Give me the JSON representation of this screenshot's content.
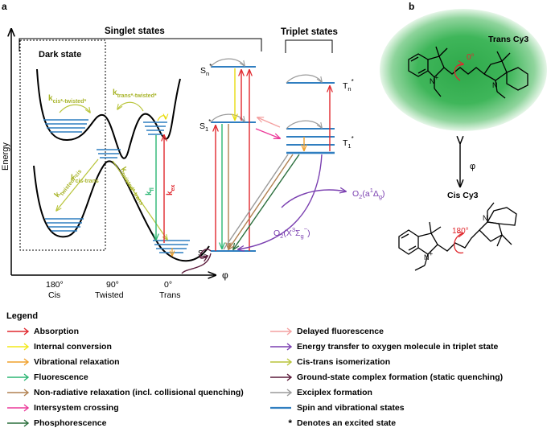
{
  "panel_a": {
    "label": "a",
    "singlet_title": "Singlet states",
    "triplet_title": "Triplet states",
    "dark_state": "Dark state",
    "y_axis_label": "Energy",
    "x_axis_label": "φ",
    "angle_180": "180°",
    "angle_90": "90°",
    "angle_0": "0°",
    "cis": "Cis",
    "twisted": "Twisted",
    "trans": "Trans",
    "k_cis_twisted": "k",
    "k_cis_twisted_sub": "cis*-twisted*",
    "k_trans_twisted": "k",
    "k_trans_twisted_sub": "trans*-twisted*",
    "k_twisted_cis": "k",
    "k_twisted_cis_sub": "twisted*-cis",
    "k_cis_trans": "k",
    "k_cis_trans_sub": "cis-trans",
    "k_twisted_trans": "k",
    "k_twisted_trans_sub": "twisted*-trans",
    "k_fl": "k",
    "k_fl_sub": "fl",
    "k_ex": "k",
    "k_ex_sub": "ex",
    "sn": "S",
    "sn_sub": "n",
    "sn_sup": "*",
    "s1": "S",
    "s1_sub": "1",
    "s1_sup": "*",
    "s0": "S",
    "s0_sub": "0",
    "tn": "T",
    "tn_sub": "n",
    "tn_sup": "*",
    "t1": "T",
    "t1_sub": "1",
    "t1_sup": "*",
    "o2_singlet": "O",
    "o2_singlet_rest": "(a",
    "o2_singlet_sup": "1",
    "o2_singlet_delta": "Δ",
    "o2_singlet_g": "g",
    "o2_triplet": "O",
    "o2_triplet_rest": "(X",
    "o2_triplet_sup": "3",
    "o2_triplet_sigma": "Σ",
    "o2_triplet_g": "g",
    "o2_triplet_minus": "−"
  },
  "panel_b": {
    "label": "b",
    "trans_title": "Trans Cy3",
    "cis_title": "Cis Cy3",
    "phi": "φ",
    "angle_trans": "0°",
    "angle_cis": "180°",
    "n_plus": "N",
    "plus": "+",
    "n": "N"
  },
  "legend": {
    "title": "Legend",
    "left": [
      {
        "label": "Absorption",
        "color": "#e0282e"
      },
      {
        "label": "Internal conversion",
        "color": "#f2e818"
      },
      {
        "label": "Vibrational relaxation",
        "color": "#f0a02c"
      },
      {
        "label": "Fluorescence",
        "color": "#2bb673"
      },
      {
        "label": "Non-radiative relaxation (incl. collisional quenching)",
        "color": "#b08050"
      },
      {
        "label": "Intersystem crossing",
        "color": "#ec3a9a"
      },
      {
        "label": "Phosphorescence",
        "color": "#2a6e3c"
      }
    ],
    "right": [
      {
        "label": "Delayed fluorescence",
        "color": "#f4a0a0"
      },
      {
        "label": "Energy transfer to oxygen molecule in triplet state",
        "color": "#7a3fb0"
      },
      {
        "label": "Cis-trans isomerization",
        "color": "#b8c43a"
      },
      {
        "label": "Ground-state complex formation (static quenching)",
        "color": "#5a1a3a"
      },
      {
        "label": "Exciplex formation",
        "color": "#9a9a9a"
      },
      {
        "label": "Spin and vibrational states",
        "color": "#2f7ec0"
      }
    ],
    "star_symbol": "*",
    "star_label": "Denotes an excited state"
  }
}
